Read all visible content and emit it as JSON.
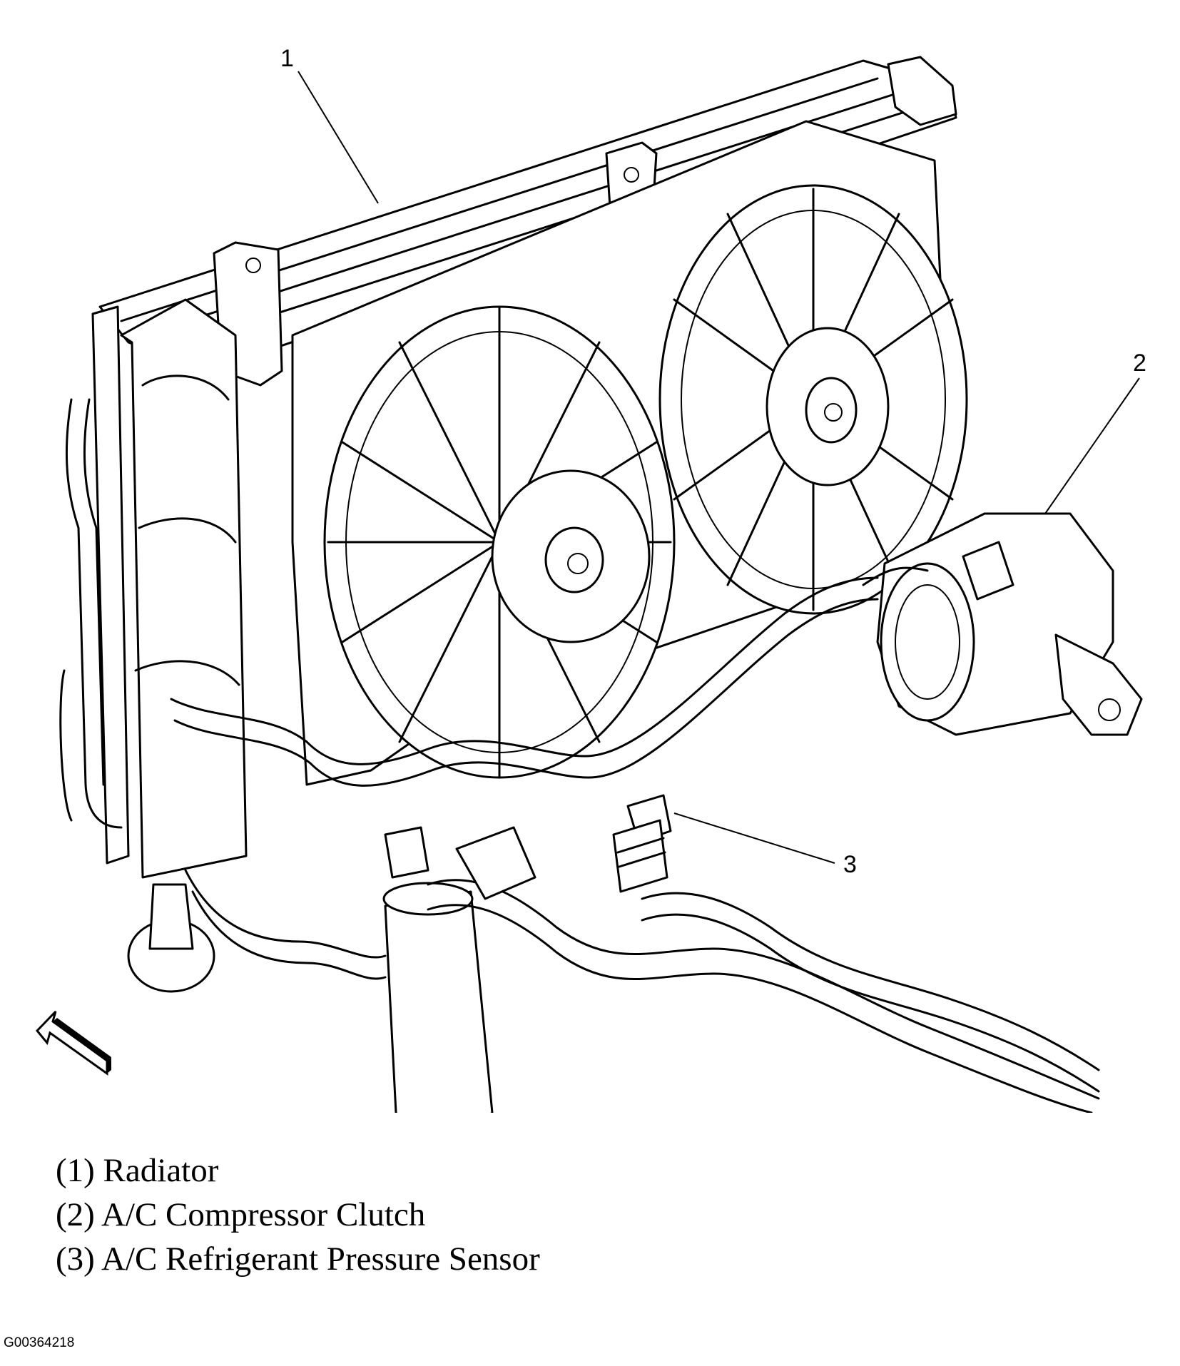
{
  "callouts": [
    {
      "number": "1"
    },
    {
      "number": "2"
    },
    {
      "number": "3"
    }
  ],
  "legend": [
    {
      "text": "(1) Radiator"
    },
    {
      "text": "(2) A/C Compressor Clutch"
    },
    {
      "text": "(3) A/C Refrigerant Pressure Sensor"
    }
  ],
  "figure_id": "G00364218",
  "icons": {
    "direction": "front-direction-arrow-icon"
  }
}
